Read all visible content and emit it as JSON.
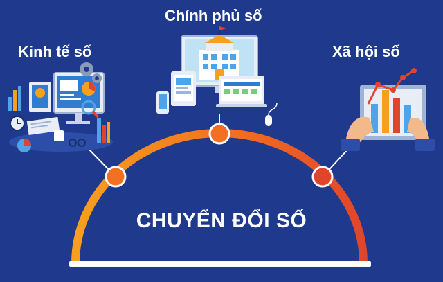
{
  "labels": {
    "digital_economy": "Kinh tế số",
    "digital_government": "Chính phủ số",
    "digital_society": "Xã hội số"
  },
  "center_title": "CHUYỂN ĐỔI SỐ",
  "colors": {
    "background": "#1f3a8c",
    "arc_start": "#f7a01d",
    "arc_end": "#e0452b",
    "node": "#f36f21",
    "base_line": "#ffffff",
    "text": "#ffffff"
  },
  "icons": {
    "left": "economy-illustration-icon",
    "top": "government-building-icon",
    "right": "chart-hands-tablet-icon"
  }
}
